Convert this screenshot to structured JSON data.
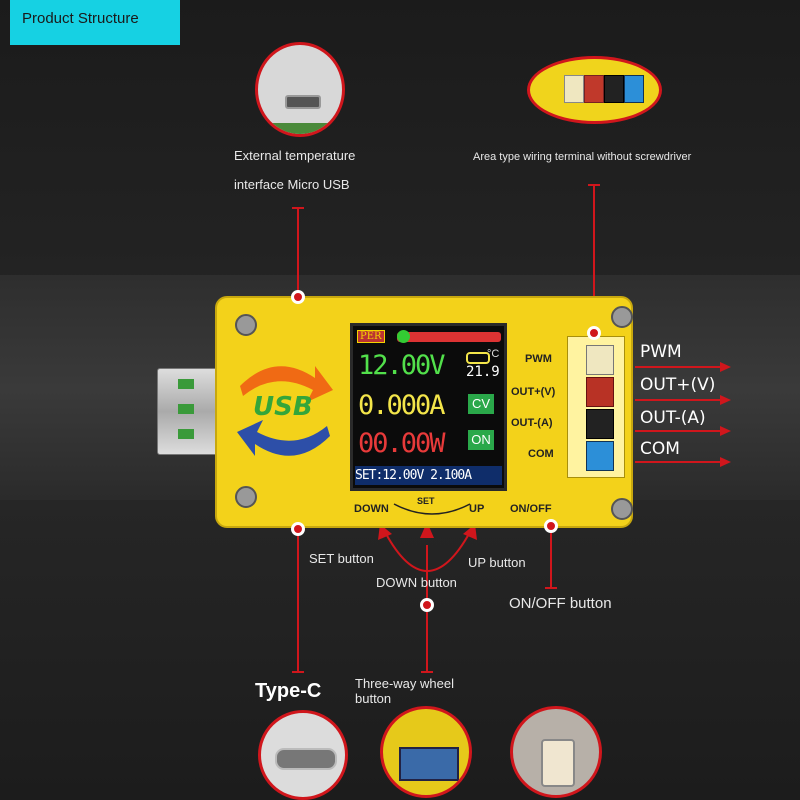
{
  "title": "Product Structure",
  "labels": {
    "ext_temp_line1": "External temperature",
    "ext_temp_line2": "interface Micro USB",
    "terminal": "Area type wiring terminal without screwdriver",
    "set_button": "SET button",
    "up_button": "UP button",
    "down_button": "DOWN button",
    "onoff_button": "ON/OFF button",
    "type_c": "Type-C",
    "wheel_line1": "Three-way wheel",
    "wheel_line2": "button"
  },
  "device": {
    "logo": "USB",
    "screen": {
      "badge": "PER",
      "voltage": "12.00V",
      "current": "0.000A",
      "power": "00.00W",
      "temp_unit": "°C",
      "temp": "21.9",
      "mode": "CV",
      "state": "ON",
      "set_line": "SET:12.00V 2.100A"
    },
    "terminals": [
      "PWM",
      "OUT+(V)",
      "OUT-(A)",
      "COM"
    ],
    "buttons": {
      "down": "DOWN",
      "set": "SET",
      "up": "UP",
      "onoff": "ON/OFF"
    }
  },
  "outputs": [
    "PWM",
    "OUT+(V)",
    "OUT-(A)",
    "COM"
  ],
  "colors": {
    "accent": "#16d1e3",
    "callout": "#d0161c",
    "body": "#f3d21a"
  }
}
